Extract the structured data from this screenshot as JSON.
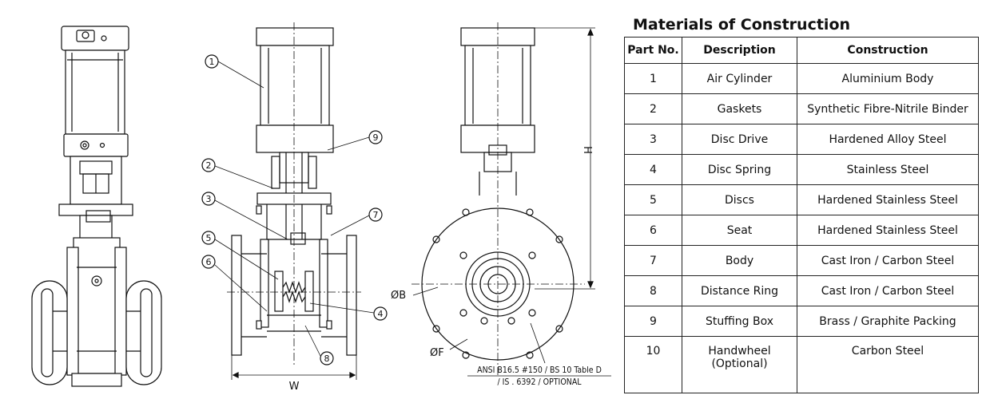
{
  "materials": {
    "title": "Materials of Construction",
    "headers": [
      "Part No.",
      "Description",
      "Construction"
    ],
    "rows": [
      {
        "no": "1",
        "description": "Air Cylinder",
        "construction": "Aluminium Body"
      },
      {
        "no": "2",
        "description": "Gaskets",
        "construction": "Synthetic Fibre-Nitrile Binder"
      },
      {
        "no": "3",
        "description": "Disc Drive",
        "construction": "Hardened Alloy Steel"
      },
      {
        "no": "4",
        "description": "Disc Spring",
        "construction": "Stainless Steel"
      },
      {
        "no": "5",
        "description": "Discs",
        "construction": "Hardened Stainless Steel"
      },
      {
        "no": "6",
        "description": "Seat",
        "construction": "Hardened Stainless Steel"
      },
      {
        "no": "7",
        "description": "Body",
        "construction": "Cast Iron / Carbon Steel"
      },
      {
        "no": "8",
        "description": "Distance Ring",
        "construction": "Cast Iron / Carbon Steel"
      },
      {
        "no": "9",
        "description": "Stuffing Box",
        "construction": "Brass / Graphite Packing"
      },
      {
        "no": "10",
        "description": "Handwheel\n(Optional)",
        "construction": "Carbon Steel"
      }
    ]
  },
  "drawing": {
    "callouts": [
      "1",
      "2",
      "3",
      "4",
      "5",
      "6",
      "7",
      "8",
      "9"
    ],
    "dimensions": {
      "width": "W",
      "height": "H",
      "bolt_circle": "ØB",
      "flange_dia": "ØF"
    },
    "standard_note_line1": "ANSI B16.5 #150 / BS 10 Table D",
    "standard_note_line2": "/ IS . 6392 / OPTIONAL"
  }
}
